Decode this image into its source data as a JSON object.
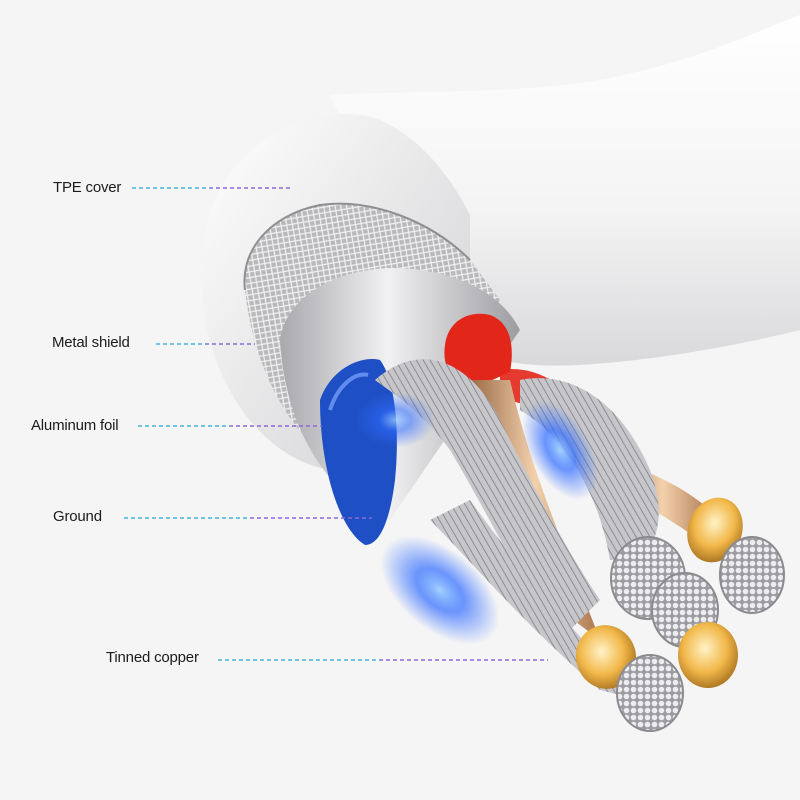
{
  "labels": {
    "tpe_cover": "TPE cover",
    "metal_shield": "Metal shield",
    "aluminum_foil": "Aluminum foil",
    "ground": "Ground",
    "tinned_copper": "Tinned copper"
  },
  "colors": {
    "background": "#f5f5f6",
    "cable_jacket": "#ffffff",
    "metal_shield": "#c9c9cb",
    "aluminum_foil": "#d8d8da",
    "ground_wire": "#1f4fc4",
    "red_wire": "#e3261a",
    "copper": "#e7b789",
    "tinned_copper_end": "#d9d9db",
    "gold_end": "#f2b84a",
    "leader_cyan": "#5cc7e6",
    "leader_purple": "#8a6ad8",
    "blue_glow": "#2f6bff"
  }
}
